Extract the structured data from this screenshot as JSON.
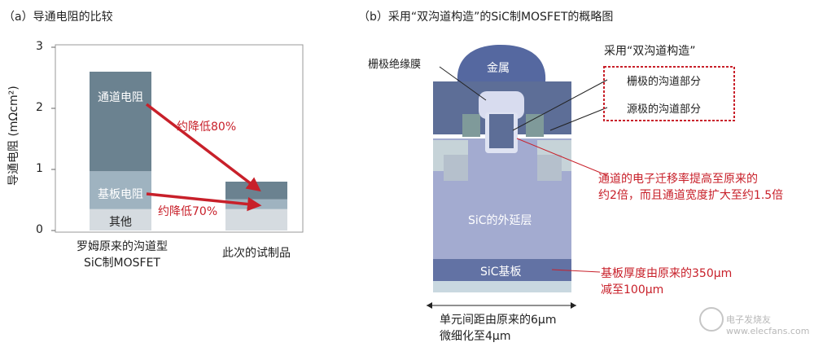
{
  "panel_a": {
    "title": "（a）导通电阻的比较",
    "ylabel": "导通电阻 (mΩcm²)",
    "yticks": [
      "3",
      "2",
      "1",
      "0"
    ],
    "bar1_label_line1": "罗姆原来的沟道型",
    "bar1_label_line2": "SiC制MOSFET",
    "bar2_label": "此次的试制品",
    "seg_channel": "通道电阻",
    "seg_substrate": "基板电阻",
    "seg_other": "其他",
    "arrow1_label": "约降低80%",
    "arrow2_label": "约降低70%"
  },
  "chart_data": {
    "type": "bar",
    "stacked": true,
    "categories": [
      "罗姆原来的沟道型 SiC制MOSFET",
      "此次的试制品"
    ],
    "series": [
      {
        "name": "其他",
        "values": [
          0.35,
          0.35
        ]
      },
      {
        "name": "基板电阻",
        "values": [
          0.62,
          0.16
        ]
      },
      {
        "name": "通道电阻",
        "values": [
          1.63,
          0.29
        ]
      }
    ],
    "ylabel": "导通电阻 (mΩcm²)",
    "ylim": [
      0,
      3
    ],
    "annotations": [
      "约降低80%",
      "约降低70%"
    ]
  },
  "panel_b": {
    "title": "（b）采用“双沟道构造”的SiC制MOSFET的概略图",
    "metal": "金属",
    "gate_insulator": "栅极绝缘膜",
    "dual_trench": "采用“双沟道构造”",
    "gate_trench": "栅极的沟道部分",
    "source_trench": "源极的沟道部分",
    "mobility_line1": "通道的电子迁移率提高至原来的",
    "mobility_line2": "约2倍，而且通道宽度扩大至约1.5倍",
    "epi_layer": "SiC的外延层",
    "substrate": "SiC基板",
    "thickness_line1": "基板厚度由原来的350μm",
    "thickness_line2": "减至100μm",
    "pitch_line1": "单元间距由原来的6μm",
    "pitch_line2": "微细化至4μm"
  },
  "watermark": "电子发烧友 www.elecfans.com",
  "colors": {
    "bar_top": "#6b8290",
    "bar_mid": "#9fb3c0",
    "bar_bottom": "#d5dbe0",
    "arrow_red": "#c8202a",
    "device_dark": "#5c6e95",
    "device_mid": "#a7b2d0",
    "metal": "#5568a0"
  }
}
